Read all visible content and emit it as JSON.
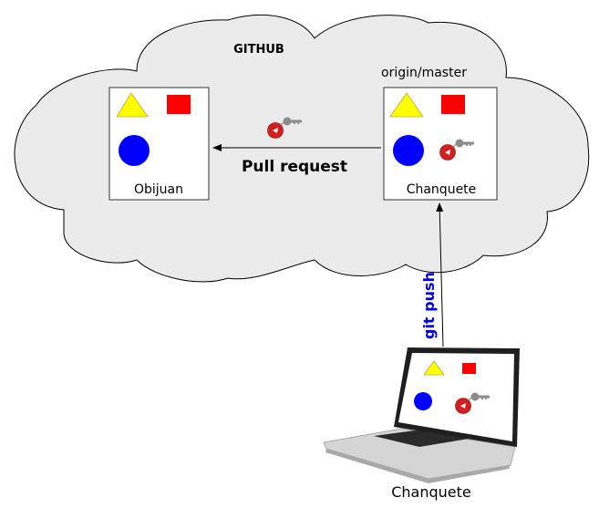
{
  "cloud": {
    "title": "GITHUB",
    "fill": "#ebebeb"
  },
  "repos": {
    "obijuan": {
      "label": "Obijuan"
    },
    "chanquete_remote": {
      "label": "Chanquete",
      "branch": "origin/master"
    }
  },
  "arrows": {
    "pull_request": {
      "label": "Pull request"
    },
    "git_push": {
      "label": "git push",
      "color": "#0000e6"
    }
  },
  "laptop": {
    "label": "Chanquete"
  },
  "shapes": {
    "triangle": "#ffff00",
    "square": "#ff0000",
    "circle": "#0000ff",
    "lock": "#d42020",
    "key": "#8a8a8a"
  }
}
